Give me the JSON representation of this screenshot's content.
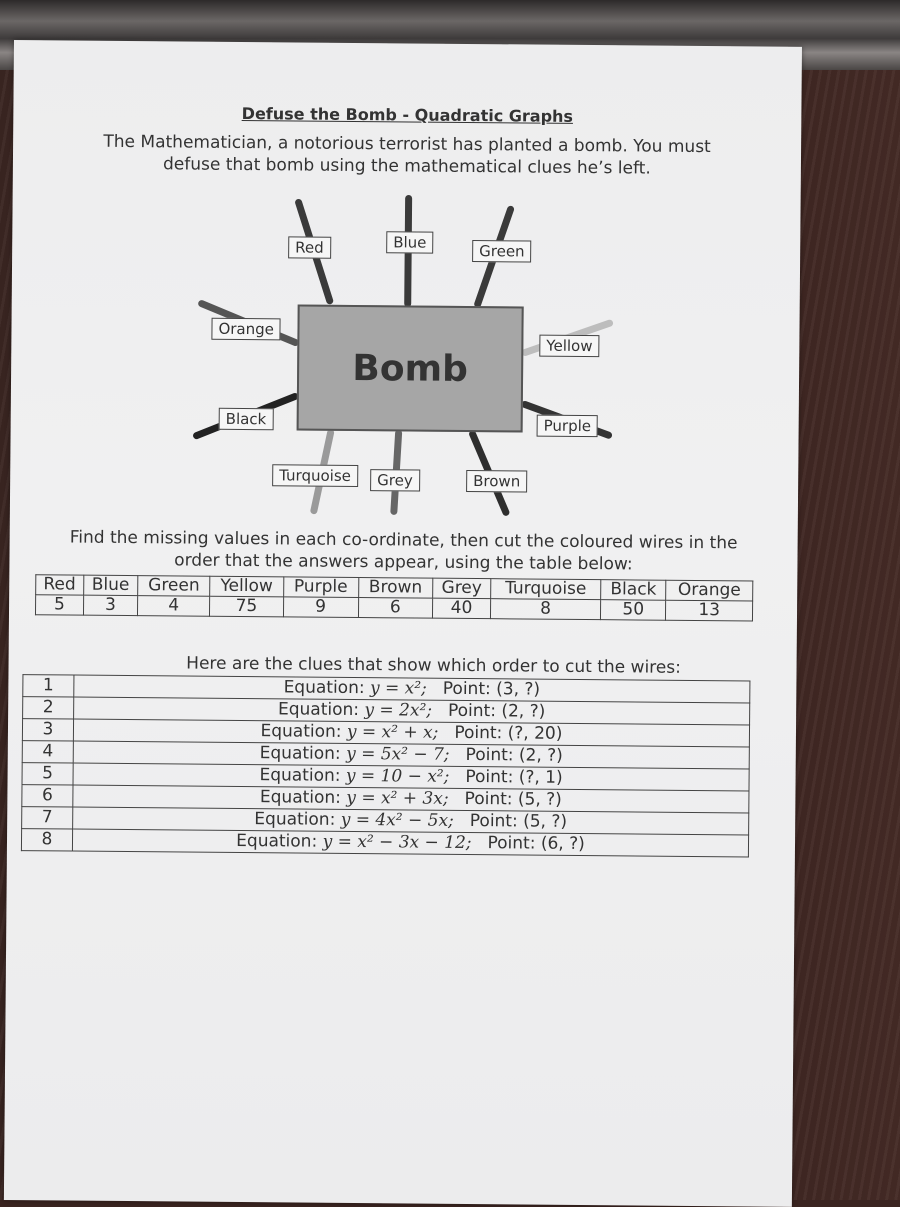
{
  "doc": {
    "title": "Defuse the Bomb - Quadratic Graphs",
    "intro": "The Mathematician, a notorious terrorist has planted a bomb. You must defuse that bomb using the mathematical clues he’s left.",
    "bomb_label": "Bomb",
    "instructions": "Find the missing values in each co-ordinate, then cut the coloured wires in the order that the answers appear, using the table below:",
    "clues_heading": "Here are the clues that show which order to cut the wires:"
  },
  "wires": [
    {
      "label": "Red",
      "color": "#3a3a3a"
    },
    {
      "label": "Blue",
      "color": "#3a3a3a"
    },
    {
      "label": "Green",
      "color": "#3a3a3a"
    },
    {
      "label": "Orange",
      "color": "#555555"
    },
    {
      "label": "Yellow",
      "color": "#bdbdbd"
    },
    {
      "label": "Black",
      "color": "#222222"
    },
    {
      "label": "Purple",
      "color": "#333333"
    },
    {
      "label": "Turquoise",
      "color": "#9a9a9a"
    },
    {
      "label": "Grey",
      "color": "#666666"
    },
    {
      "label": "Brown",
      "color": "#2e2e2e"
    }
  ],
  "values_table": {
    "headers": [
      "Red",
      "Blue",
      "Green",
      "Yellow",
      "Purple",
      "Brown",
      "Grey",
      "Turquoise",
      "Black",
      "Orange"
    ],
    "values": [
      "5",
      "3",
      "4",
      "75",
      "9",
      "6",
      "40",
      "8",
      "50",
      "13"
    ]
  },
  "clues": [
    {
      "num": "1",
      "eq_prefix": "Equation: ",
      "eq": "y = x²;",
      "point": "Point: (3, ?)"
    },
    {
      "num": "2",
      "eq_prefix": "Equation: ",
      "eq": "y = 2x²;",
      "point": "Point: (2, ?)"
    },
    {
      "num": "3",
      "eq_prefix": "Equation: ",
      "eq": "y = x² + x;",
      "point": "Point: (?, 20)"
    },
    {
      "num": "4",
      "eq_prefix": "Equation: ",
      "eq": "y = 5x² − 7;",
      "point": "Point: (2, ?)"
    },
    {
      "num": "5",
      "eq_prefix": "Equation: ",
      "eq": "y = 10 − x²;",
      "point": "Point: (?, 1)"
    },
    {
      "num": "6",
      "eq_prefix": "Equation: ",
      "eq": "y = x² + 3x;",
      "point": "Point: (5, ?)"
    },
    {
      "num": "7",
      "eq_prefix": "Equation: ",
      "eq": "y = 4x² − 5x;",
      "point": "Point: (5, ?)"
    },
    {
      "num": "8",
      "eq_prefix": "Equation: ",
      "eq": "y = x² − 3x − 12;",
      "point": "Point: (6, ?)"
    }
  ]
}
